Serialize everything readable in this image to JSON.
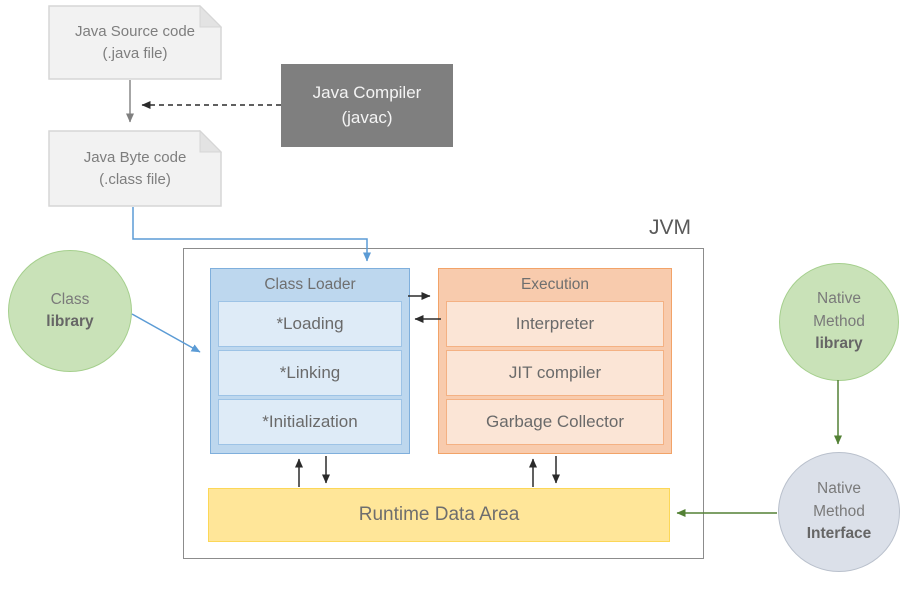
{
  "nodes": {
    "java_source": {
      "line1": "Java Source code",
      "line2": "(.java file)"
    },
    "java_compiler": {
      "line1": "Java Compiler",
      "line2": "(javac)"
    },
    "java_bytecode": {
      "line1": "Java Byte code",
      "line2": "(.class file)"
    },
    "class_library": {
      "line1": "Class",
      "bold_line": "library"
    },
    "jvm": {
      "label": "JVM"
    },
    "class_loader": {
      "title": "Class Loader",
      "items": [
        "*Loading",
        "*Linking",
        "*Initialization"
      ]
    },
    "execution_engine": {
      "title": "Execution",
      "items": [
        "Interpreter",
        "JIT compiler",
        "Garbage Collector"
      ]
    },
    "runtime_data_area": {
      "label": "Runtime Data Area"
    },
    "native_method_library": {
      "line1": "Native",
      "line2": "Method",
      "bold_line": "library"
    },
    "native_method_interface": {
      "line1": "Native",
      "line2": "Method",
      "bold_line": "Interface"
    }
  },
  "colors": {
    "blue_header": "#bdd7ee",
    "blue_inner": "#deebf7",
    "orange_header": "#f8cbad",
    "orange_inner": "#fbe5d6",
    "yellow_fill": "#ffe699",
    "green_circle_fill": "#c9e2b8",
    "gray_circle_fill": "#dbe0e9",
    "compiler_fill": "#7f7f7f",
    "document_fill": "#f2f2f2",
    "arrow_blue": "#5b9bd5",
    "arrow_green": "#538135",
    "arrow_black": "#2b2b2b",
    "arrow_gray": "#7f7f7f"
  }
}
